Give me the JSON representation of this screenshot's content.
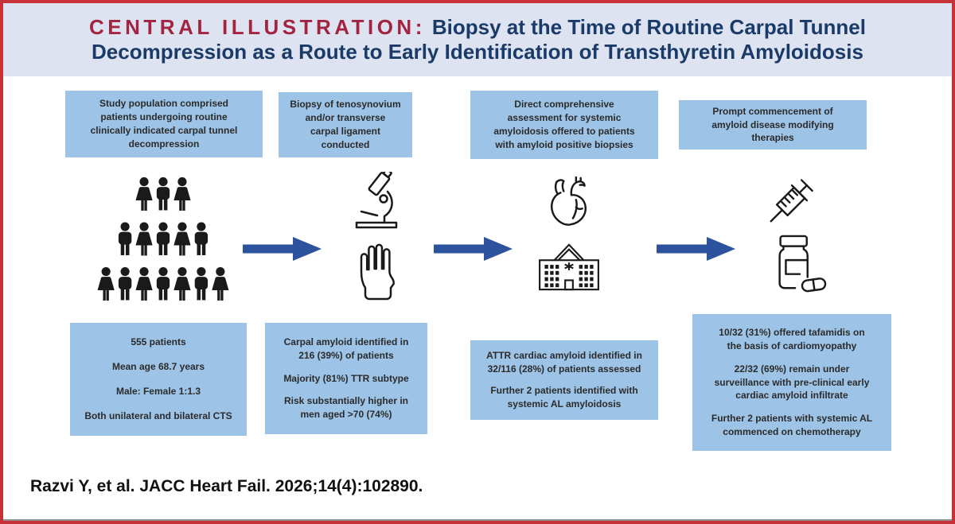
{
  "header": {
    "label": "CENTRAL ILLUSTRATION:",
    "title_line1": "Biopsy at the Time of Routine Carpal Tunnel",
    "title_line2": "Decompression as a Route to Early Identification of Transthyretin Amyloidosis"
  },
  "columns": [
    {
      "top_box": "Study population comprised\npatients undergoing routine\nclinically indicated carpal tunnel\ndecompression",
      "icons": [
        "crowd-icon"
      ],
      "bottom_box": [
        "555 patients",
        "Mean age 68.7 years",
        "Male: Female 1:1.3",
        "Both unilateral and bilateral CTS"
      ]
    },
    {
      "top_box": "Biopsy of tenosynovium\nand/or transverse\ncarpal ligament\nconducted",
      "icons": [
        "microscope-icon",
        "hand-icon"
      ],
      "bottom_box": [
        "Carpal amyloid identified in\n216 (39%) of patients",
        "Majority (81%) TTR subtype",
        "Risk substantially higher in\nmen aged >70 (74%)"
      ]
    },
    {
      "top_box": "Direct comprehensive\nassessment for systemic\namyloidosis offered to patients\nwith amyloid positive biopsies",
      "icons": [
        "heart-icon",
        "hospital-icon"
      ],
      "bottom_box": [
        "ATTR cardiac amyloid identified in\n32/116 (28%) of patients assessed",
        "Further 2 patients identified with\nsystemic AL amyloidosis"
      ]
    },
    {
      "top_box": "Prompt commencement of\namyloid disease modifying\ntherapies",
      "icons": [
        "syringe-icon",
        "pill-bottle-icon"
      ],
      "bottom_box": [
        "10/32 (31%) offered tafamidis on\nthe basis of cardiomyopathy",
        "22/32 (69%) remain under\nsurveillance with pre-clinical early\ncardiac amyloid infiltrate",
        "Further 2 patients with systemic AL\ncommenced on chemotherapy"
      ]
    }
  ],
  "citation": "Razvi Y, et al. JACC Heart Fail. 2026;14(4):102890.",
  "colors": {
    "border_red": "#C73238",
    "label_red": "#A32440",
    "title_navy": "#1A3A67",
    "header_bg": "#DDE3F1",
    "box_blue": "#9DC3E6",
    "arrow_blue": "#2D539E",
    "icon_black": "#1a1a1a"
  }
}
